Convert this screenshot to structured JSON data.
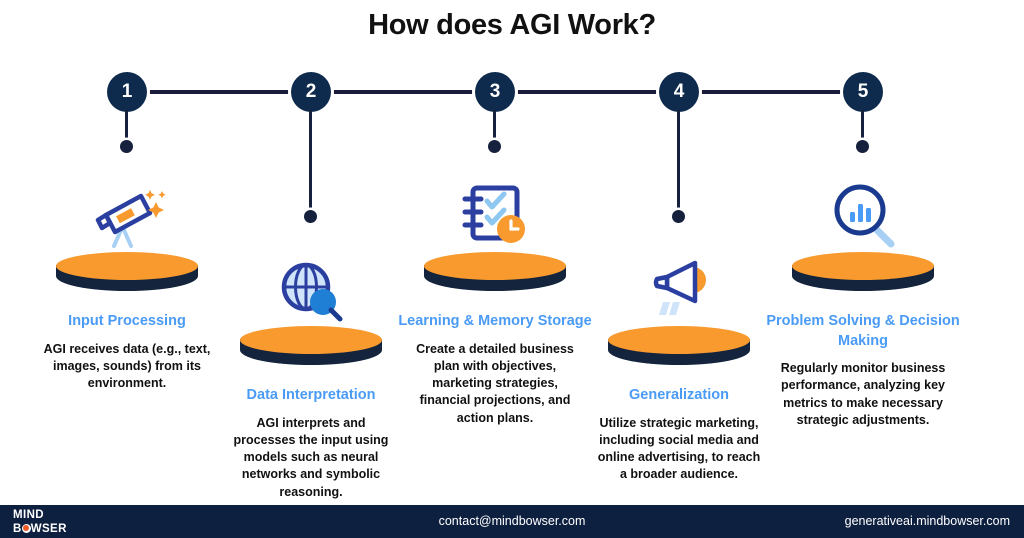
{
  "title": "How does AGI Work?",
  "colors": {
    "navy": "#0e2a4d",
    "orange": "#f89a2e",
    "heading_blue": "#4a9bf5",
    "icon_blue": "#2b3fa0",
    "light_blue": "#a8d0f5",
    "footer_bg": "#0e2040",
    "logo_orange": "#f05a28"
  },
  "timeline": {
    "markers": [
      "1",
      "2",
      "3",
      "4",
      "5"
    ]
  },
  "steps": [
    {
      "number": "1",
      "icon": "telescope-icon",
      "title": "Input Processing",
      "description": "AGI receives data (e.g., text, images, sounds) from its environment."
    },
    {
      "number": "2",
      "icon": "globe-search-icon",
      "title": "Data Interpretation",
      "description": "AGI interprets and processes the input using models such as neural networks and symbolic reasoning."
    },
    {
      "number": "3",
      "icon": "notebook-clock-icon",
      "title": "Learning & Memory Storage",
      "description": "Create a detailed business plan with objectives, marketing strategies, financial projections, and action plans."
    },
    {
      "number": "4",
      "icon": "megaphone-icon",
      "title": "Generalization",
      "description": "Utilize strategic marketing, including social media and online advertising, to reach a broader audience."
    },
    {
      "number": "5",
      "icon": "chart-magnifier-icon",
      "title": "Problem Solving & Decision Making",
      "description": "Regularly monitor business performance, analyzing key metrics to make necessary strategic adjustments."
    }
  ],
  "footer": {
    "logo_line1": "MIND",
    "logo_line2_before": "B",
    "logo_line2_after": "WSER",
    "email": "contact@mindbowser.com",
    "website": "generativeai.mindbowser.com"
  }
}
